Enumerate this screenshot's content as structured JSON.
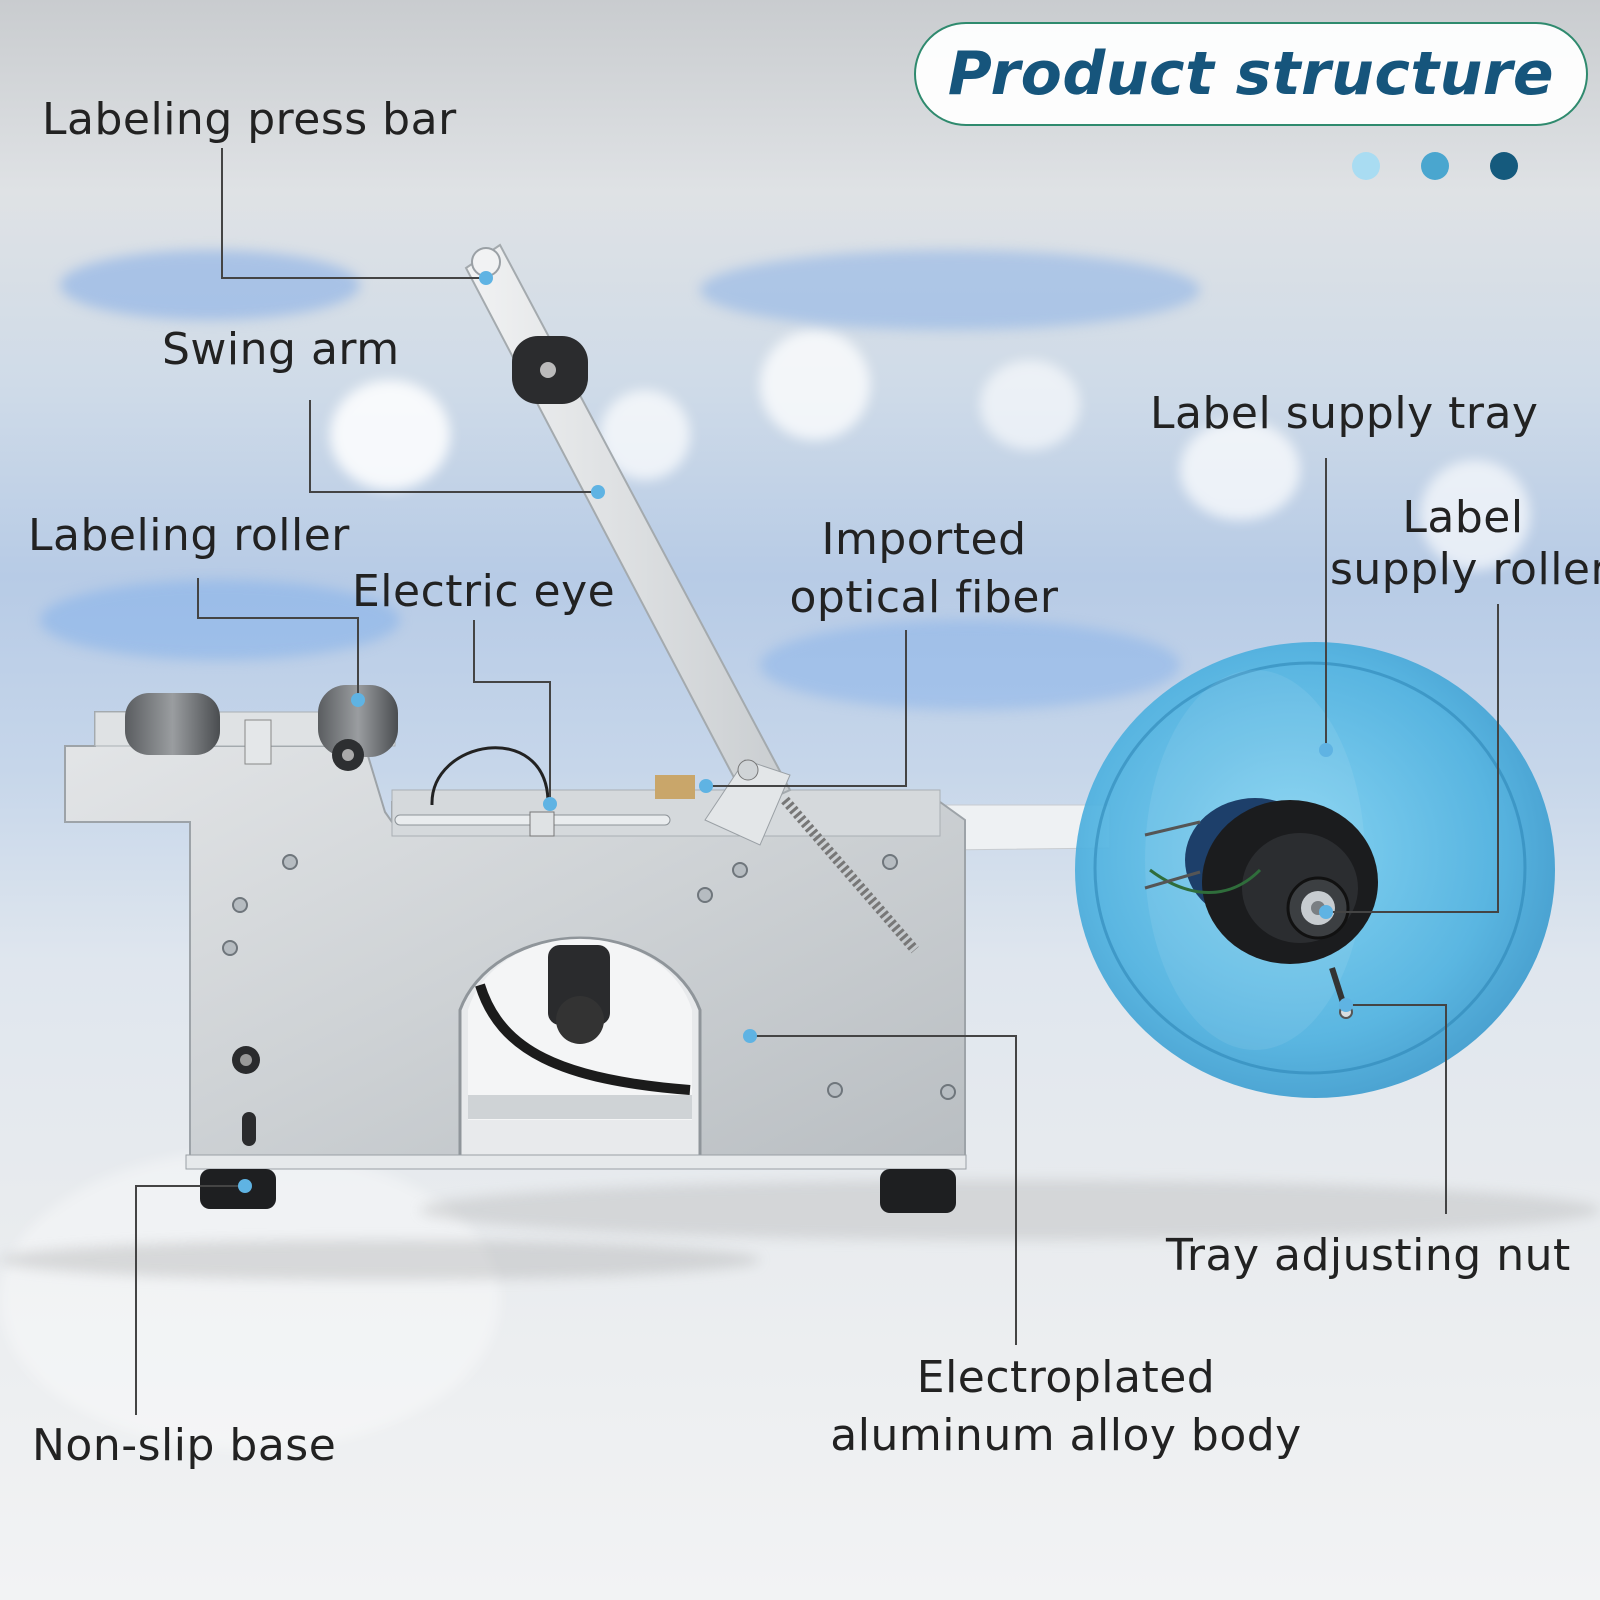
{
  "title": "Product structure",
  "indicator_dots": [
    "#a9dcf2",
    "#4aa6cf",
    "#155a7d"
  ],
  "accent_color": "#5fb3e3",
  "line_color": "#444444",
  "labels": {
    "labeling_press_bar": "Labeling press bar",
    "swing_arm": "Swing arm",
    "labeling_roller": "Labeling roller",
    "electric_eye": "Electric eye",
    "imported_optical_fiber": [
      "Imported",
      "optical fiber"
    ],
    "label_supply_tray": "Label supply tray",
    "label_supply_roller": [
      "Label",
      "supply roller"
    ],
    "tray_adjusting_nut": "Tray adjusting nut",
    "electroplated_body": [
      "Electroplated",
      "aluminum alloy body"
    ],
    "non_slip_base": "Non-slip base"
  }
}
